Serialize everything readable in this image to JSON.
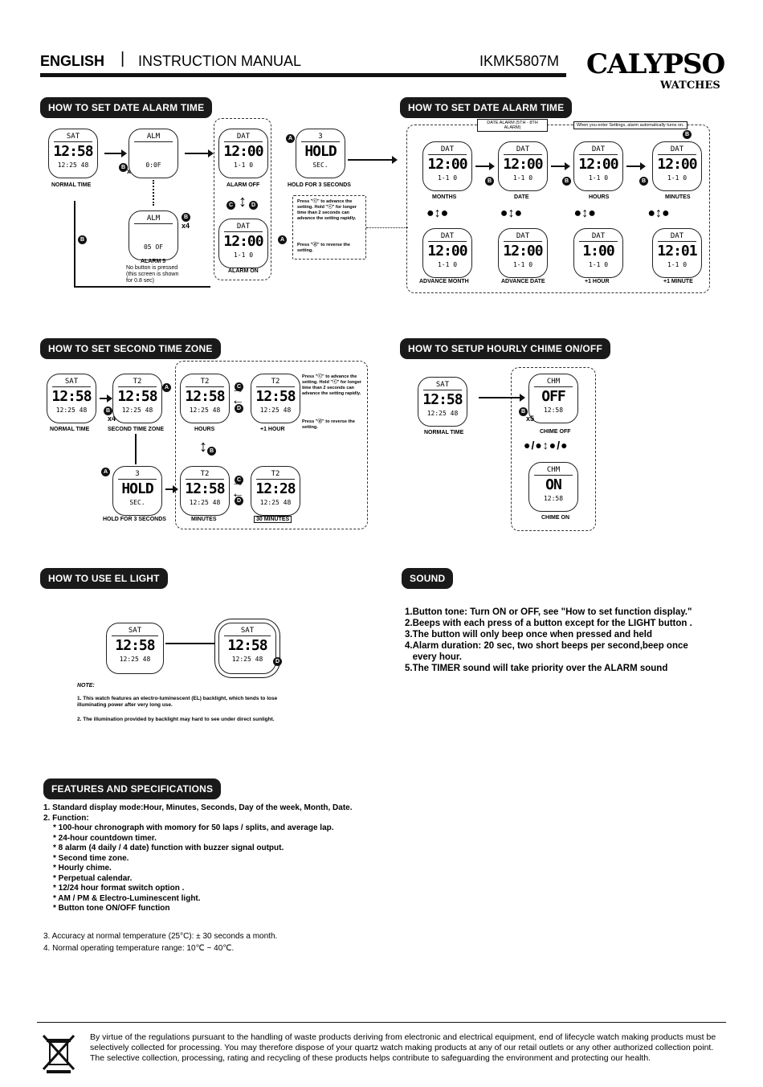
{
  "header": {
    "lang": "ENGLISH",
    "sep": "|",
    "title": "INSTRUCTION MANUAL",
    "model": "IKMK5807M",
    "brand": "CALYPSO",
    "brand_sub": "WATCHES"
  },
  "sections": {
    "date_alarm_left": "HOW TO SET DATE ALARM TIME",
    "date_alarm_right": "HOW TO SET DATE ALARM TIME",
    "second_zone": "HOW TO SET SECOND TIME ZONE",
    "chime": "HOW TO SETUP HOURLY CHIME ON/OFF",
    "el_light": "HOW TO USE EL LIGHT",
    "sound": "SOUND",
    "features": "FEATURES AND SPECIFICATIONS"
  },
  "alarm_left": {
    "normal_time": "NORMAL TIME",
    "alarm_off": "ALARM OFF",
    "hold3": "HOLD FOR 3 SECONDS",
    "alarm_on": "ALARM ON",
    "alarm5": "ALARM 5",
    "alarm5_note1": "No button is pressed",
    "alarm5_note2": "(this screen is shown",
    "alarm5_note3": "for 0.8 sec)",
    "x3": "x3",
    "x4": "x4",
    "tip1": "Press \"ⓒ\" to advance the setting. Hold \"ⓒ\" for longer time than 2 seconds can advance the setting rapidly.",
    "tip2": "Press \"ⓓ\" to reverse the setting."
  },
  "alarm_right": {
    "date_alarm_tag": "DATE ALARM (5TH - 8TH ALARM)",
    "auto_note": "When you enter Settings, alarm automatically turns on.",
    "months": "MONTHS",
    "date": "DATE",
    "hours": "HOURS",
    "minutes": "MINUTES",
    "adv_month": "ADVANCE MONTH",
    "adv_date": "ADVANCE DATE",
    "plus_hour": "+1 HOUR",
    "plus_minute": "+1 MINUTE"
  },
  "second_zone": {
    "normal_time": "NORMAL TIME",
    "second_tz": "SECOND TIME ZONE",
    "hours": "HOURS",
    "plus_hour": "+1 HOUR",
    "hold3": "HOLD FOR 3 SECONDS",
    "minutes": "MINUTES",
    "thirty": "30 MINUTES",
    "x4": "x4",
    "tip1": "Press \"ⓒ\" to advance the setting. Hold \"ⓒ\" for longer time than 2 seconds can advance the setting rapidly.",
    "tip2": "Press \"ⓓ\" to reverse the setting."
  },
  "chime": {
    "normal_time": "NORMAL TIME",
    "chime_off": "CHIME OFF",
    "chime_on": "CHIME ON",
    "x5": "x5"
  },
  "el": {
    "note_title": "NOTE:",
    "note1": "1. This watch features an electro-luminescent (EL) backlight, which tends to lose illuminating power after very long use.",
    "note2": "2. The illumination provided by backlight may hard to see under direct sunlight."
  },
  "sound_items": [
    "1.Button tone: Turn ON or OFF, see \"How to set function display.\"",
    "2.Beeps with each press of a button except for the LIGHT button .",
    "3.The button will only beep once when pressed and held",
    "4.Alarm duration: 20 sec, two short beeps per second,beep once",
    "   every hour.",
    "5.The TIMER sound will take priority over the ALARM sound"
  ],
  "features": {
    "line1": "1. Standard display mode:Hour, Minutes, Seconds, Day of the week, Month, Date.",
    "line2": "2. Function:",
    "functions": [
      "* 100-hour chronograph with momory for 50 laps / splits, and average lap.",
      "* 24-hour countdown timer.",
      "* 8 alarm (4 daily / 4 date) function with buzzer signal output.",
      "* Second time zone.",
      "* Hourly chime.",
      "* Perpetual calendar.",
      "* 12/24 hour format switch option .",
      "* AM / PM & Electro-Luminescent light.",
      "* Button tone ON/OFF function"
    ],
    "line3": "3. Accuracy at normal temperature (25°C): ± 30 seconds a month.",
    "line4": "4. Normal operating temperature range: 10℃ ~ 40℃."
  },
  "footer": "By virtue of the regulations pursuant to the handling of waste products deriving from electronic and electrical equipment, end of lifecycle watch making products must be selectively collected for processing. You may therefore dispose of your quartz watch making products at any of our retail outlets or any other authorized collection point. The selective collection, processing, rating and recycling of these products helps contribute to safeguarding the environment and protecting our health.",
  "watch": {
    "sat": "SAT",
    "t1258": "12:58",
    "sub": "12:25 48",
    "alm": "ALM",
    "off": "0:0F",
    "dat": "DAT",
    "t1200": "12:00",
    "sub2": "1-1 0",
    "hold": "HOLD",
    "sec": "SEC.",
    "three": "3",
    "t2": "T2",
    "t1228": "12:28",
    "chm": "CHM",
    "OFF": "OFF",
    "ON": "ON",
    "t1201": "12:01",
    "t1100": "1:00",
    "t500": "05 OF"
  }
}
